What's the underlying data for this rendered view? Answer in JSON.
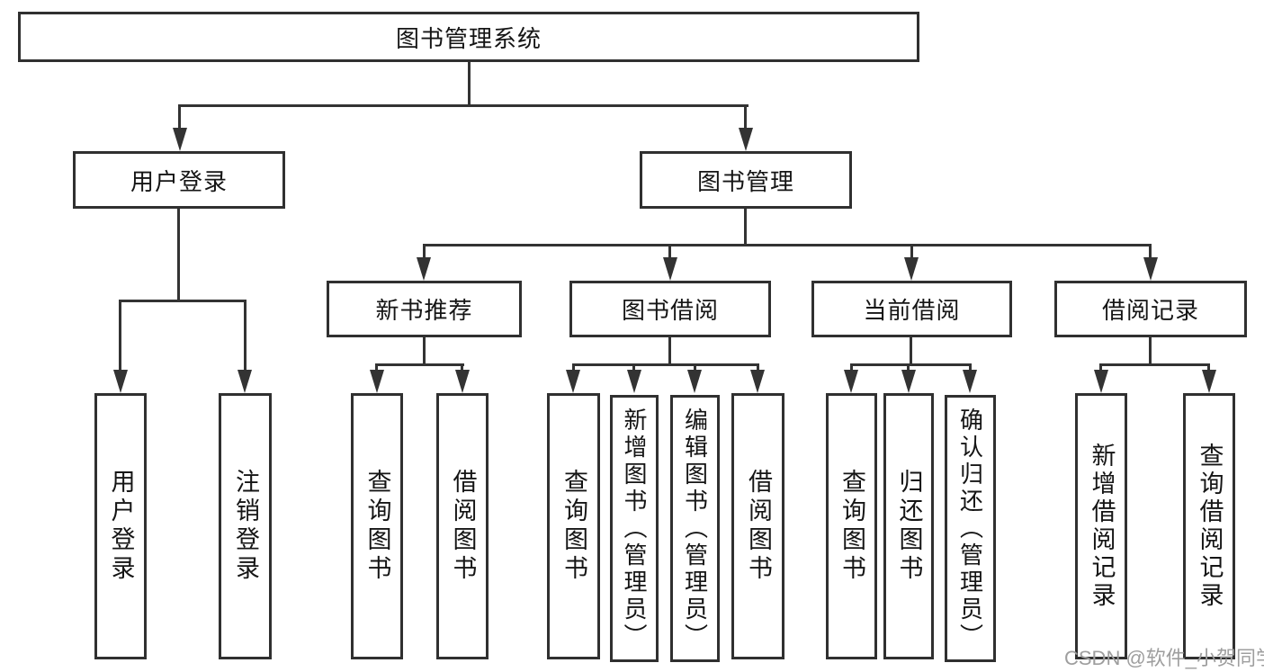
{
  "diagram": {
    "title": "图书管理系统",
    "level2": {
      "user_login": "用户登录",
      "book_mgmt": "图书管理"
    },
    "level3": {
      "new_book": "新书推荐",
      "book_borrow": "图书借阅",
      "current_borrow": "当前借阅",
      "borrow_record": "借阅记录"
    },
    "leaves": {
      "user_login": "用户登录",
      "logout": "注销登录",
      "nb_query": "查询图书",
      "nb_borrow": "借阅图书",
      "bb_query": "查询图书",
      "bb_add": "新增图书（管理员）",
      "bb_edit": "编辑图书（管理员）",
      "bb_borrow": "借阅图书",
      "cb_query": "查询图书",
      "cb_return": "归还图书",
      "cb_confirm": "确认归还（管理员）",
      "br_add": "新增借阅记录",
      "br_query": "查询借阅记录"
    }
  },
  "watermark": "CSDN @软件_小贺同学",
  "colors": {
    "line": "#333333",
    "border": "#303030",
    "background": "#ffffff",
    "watermark_gray": "#9e9e9e"
  }
}
